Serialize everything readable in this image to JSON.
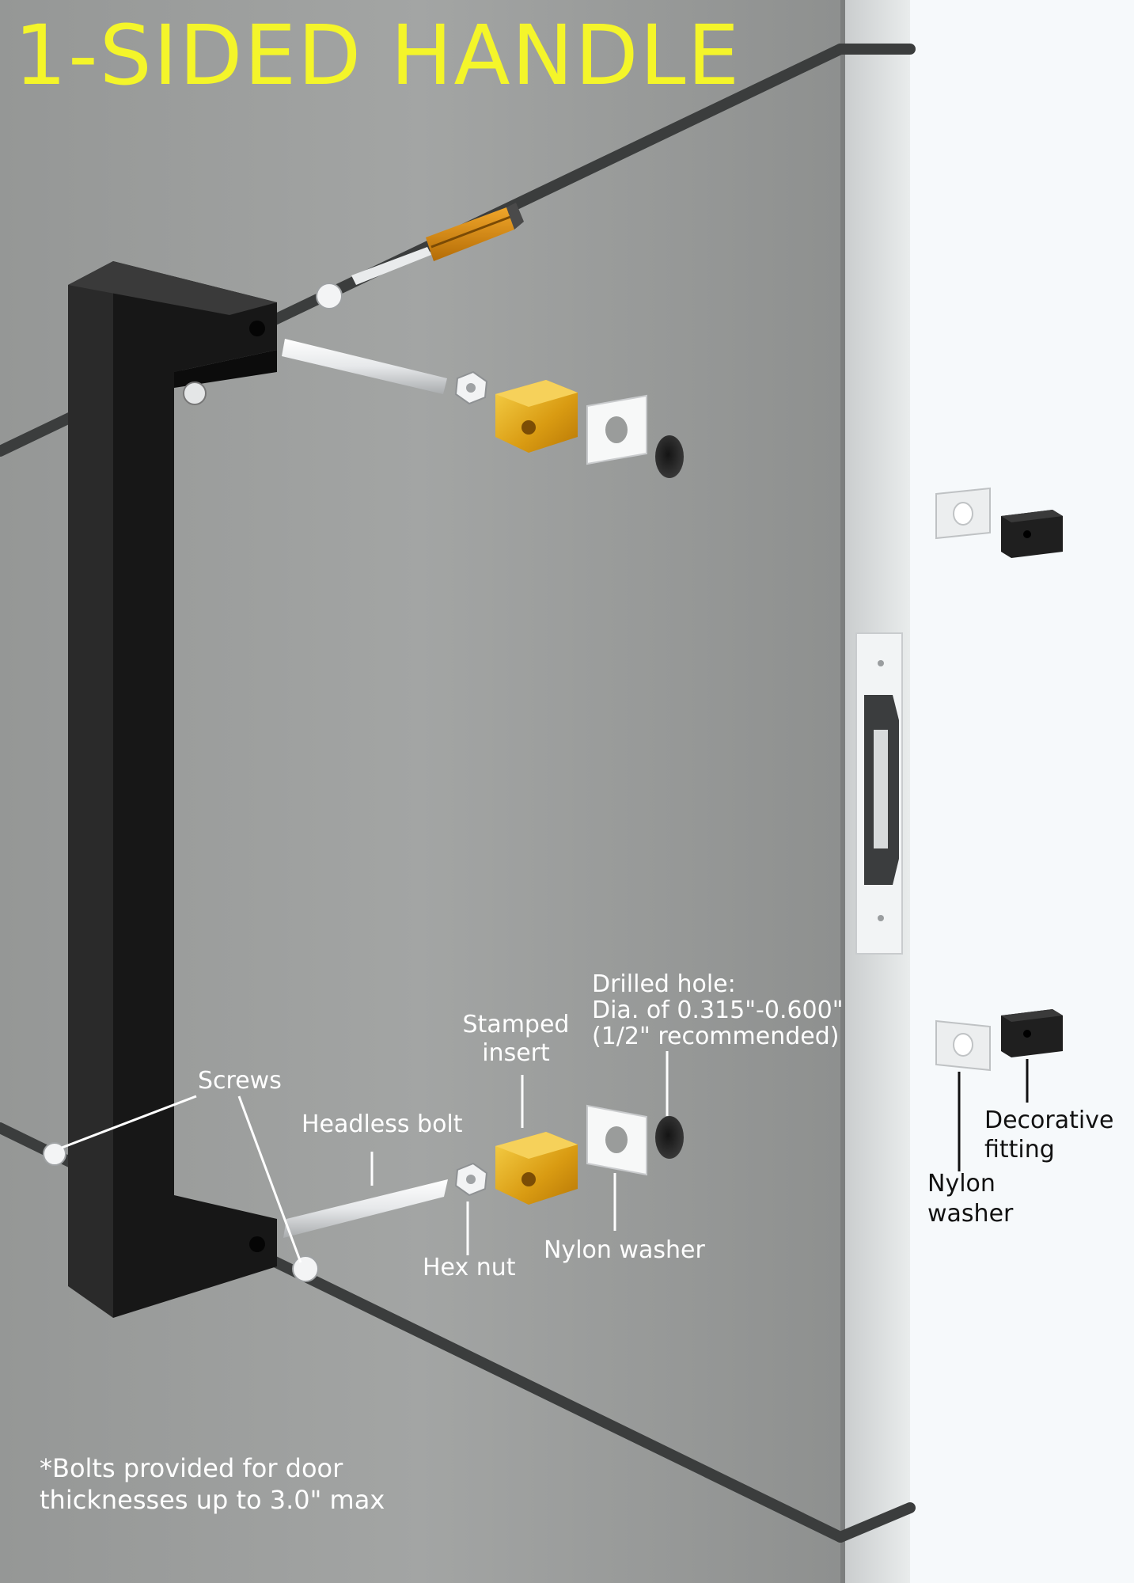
{
  "title": "1-SIDED HANDLE",
  "colors": {
    "title": "#f4f52a",
    "door": "#9a9c9b",
    "handle": "#1b1b1b",
    "insert": "#d9a21a",
    "label_on_door": "#ffffff",
    "label_off_door": "#111111"
  },
  "labels": {
    "screws": "Screws",
    "headless_bolt": "Headless bolt",
    "hex_nut": "Hex nut",
    "stamped_insert": [
      "Stamped",
      "insert"
    ],
    "nylon_washer": "Nylon washer",
    "drilled_hole": [
      "Drilled hole:",
      "Dia. of 0.315\"-0.600\"",
      "(1/2\" recommended)"
    ],
    "side_nylon_washer": [
      "Nylon",
      "washer"
    ],
    "side_decorative_fitting": [
      "Decorative",
      "fitting"
    ]
  },
  "footnote": [
    "*Bolts provided for door",
    "thicknesses up to 3.0\" max"
  ],
  "icons": [
    "screwdriver-icon",
    "screw-icon",
    "hex-nut-icon",
    "bolt-icon",
    "insert-icon",
    "washer-icon",
    "fitting-icon",
    "handle-icon",
    "latch-icon"
  ]
}
